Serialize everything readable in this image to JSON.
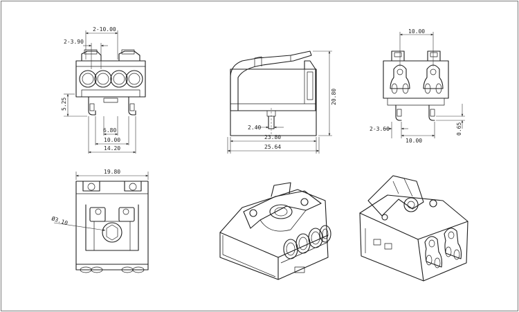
{
  "colors": {
    "line": "#1c1c1c",
    "dimension": "#333333",
    "background": "#ffffff",
    "frame": "#7a7a7a"
  },
  "front_view": {
    "dim_pitch_pair": "2-10.00",
    "dim_wire_hole": "2-3.90",
    "dim_height_body": "5.25",
    "dim_pin_spacing": "6.80",
    "dim_pin_outer": "10.00",
    "dim_overall_width": "14.20"
  },
  "side_view": {
    "dim_height": "20.80",
    "dim_pin_offset": "2.40",
    "dim_body_length": "23.80",
    "dim_overall_length": "25.64"
  },
  "rear_view": {
    "dim_top_pitch": "10.00",
    "dim_pin_dia": "2-3.60",
    "dim_pin_step": "0.65",
    "dim_bottom_pitch": "10.00"
  },
  "bottom_view": {
    "dim_overall_width": "19.80",
    "dim_screw_dia": "Ø3.10"
  }
}
